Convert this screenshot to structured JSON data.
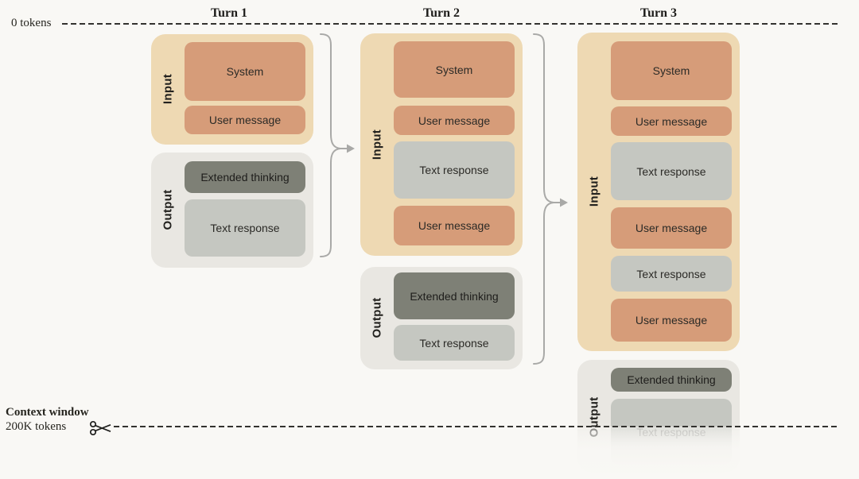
{
  "page": {
    "top_marker_label": "0 tokens",
    "context_window_title": "Context window",
    "context_window_subtitle": "200K tokens"
  },
  "turns": [
    {
      "title": "Turn 1",
      "input_label": "Input",
      "output_label": "Output",
      "input_blocks": [
        {
          "label": "System",
          "type": "prompt"
        },
        {
          "label": "User message",
          "type": "prompt"
        }
      ],
      "output_blocks": [
        {
          "label": "Extended thinking",
          "type": "thinking"
        },
        {
          "label": "Text response",
          "type": "response"
        }
      ]
    },
    {
      "title": "Turn 2",
      "input_label": "Input",
      "output_label": "Output",
      "input_blocks": [
        {
          "label": "System",
          "type": "prompt"
        },
        {
          "label": "User message",
          "type": "prompt"
        },
        {
          "label": "Text response",
          "type": "response"
        },
        {
          "label": "User message",
          "type": "prompt"
        }
      ],
      "output_blocks": [
        {
          "label": "Extended thinking",
          "type": "thinking"
        },
        {
          "label": "Text response",
          "type": "response"
        }
      ]
    },
    {
      "title": "Turn 3",
      "input_label": "Input",
      "output_label": "Output",
      "input_blocks": [
        {
          "label": "System",
          "type": "prompt"
        },
        {
          "label": "User message",
          "type": "prompt"
        },
        {
          "label": "Text response",
          "type": "response"
        },
        {
          "label": "User message",
          "type": "prompt"
        },
        {
          "label": "Text response",
          "type": "response"
        },
        {
          "label": "User message",
          "type": "prompt"
        }
      ],
      "output_blocks": [
        {
          "label": "Extended thinking",
          "type": "thinking"
        },
        {
          "label": "Text response",
          "type": "response",
          "truncated": true
        }
      ]
    }
  ],
  "icons": {
    "scissors": "cut-here-scissors",
    "carryover_arrow": "output-to-next-input-arrow"
  },
  "colors": {
    "page_bg": "#f9f8f5",
    "input_group_bg": "#eed9b3",
    "output_group_bg": "#e9e7e2",
    "prompt_block": "#d69c79",
    "response_block": "#c5c7c1",
    "thinking_block": "#7e8076",
    "connector": "#a9a9a7",
    "dashed_line": "#33322f",
    "text": "#26251f"
  }
}
